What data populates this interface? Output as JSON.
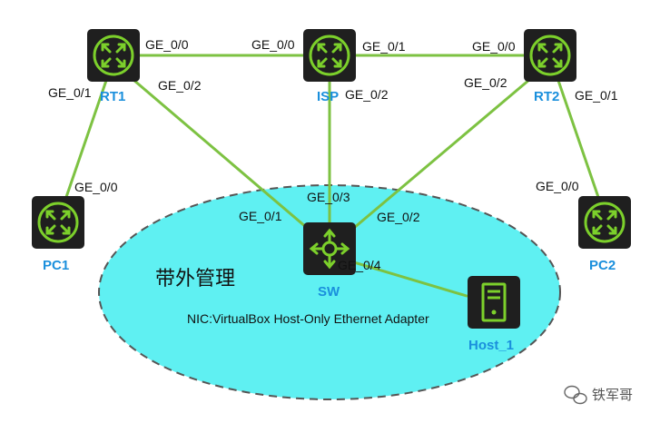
{
  "devices": {
    "rt1": {
      "label": "RT1",
      "type": "router"
    },
    "isp": {
      "label": "ISP",
      "type": "router"
    },
    "rt2": {
      "label": "RT2",
      "type": "router"
    },
    "pc1": {
      "label": "PC1",
      "type": "router"
    },
    "pc2": {
      "label": "PC2",
      "type": "router"
    },
    "sw": {
      "label": "SW",
      "type": "switch"
    },
    "host1": {
      "label": "Host_1",
      "type": "host"
    }
  },
  "ports": {
    "rt1_g0": "GE_0/0",
    "rt1_g1": "GE_0/1",
    "rt1_g2": "GE_0/2",
    "isp_g0": "GE_0/0",
    "isp_g1": "GE_0/1",
    "isp_g2": "GE_0/2",
    "rt2_g0": "GE_0/0",
    "rt2_g1": "GE_0/1",
    "rt2_g2": "GE_0/2",
    "pc1_g0": "GE_0/0",
    "pc2_g0": "GE_0/0",
    "sw_g1": "GE_0/1",
    "sw_g2": "GE_0/2",
    "sw_g3": "GE_0/3",
    "sw_g4": "GE_0/4"
  },
  "zone": {
    "label": "带外管理",
    "nic_label": "NIC:VirtualBox Host-Only Ethernet Adapter"
  },
  "watermark": {
    "text": "铁军哥"
  },
  "colors": {
    "link": "#7dc242",
    "device_bg": "#1f1f1f",
    "device_fg": "#7cd02b",
    "zone_fill": "#5ff0f2",
    "zone_stroke": "#555555",
    "label_blue": "#1a8fdc"
  }
}
